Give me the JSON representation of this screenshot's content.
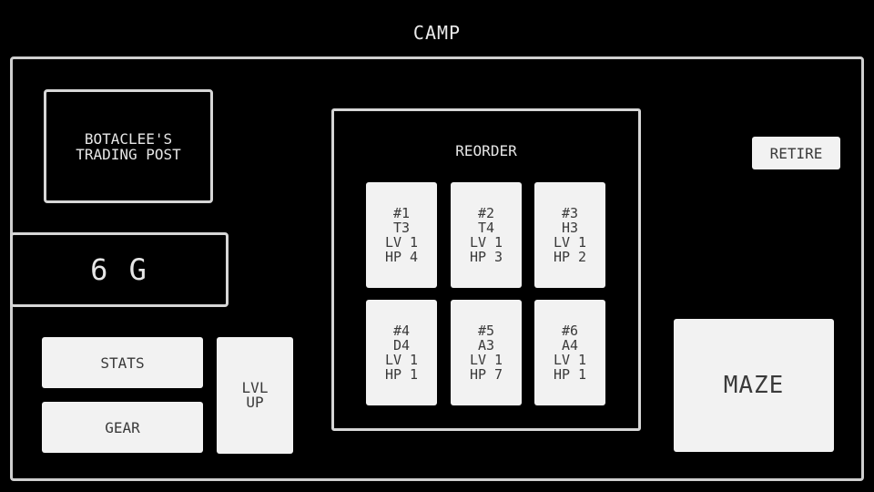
{
  "screen": {
    "title": "CAMP"
  },
  "trading_post": {
    "label": "BOTACLEE'S\nTRADING POST"
  },
  "gold": {
    "amount": "6 G"
  },
  "buttons": {
    "stats": "STATS",
    "gear": "GEAR",
    "lvl_up": "LVL\nUP",
    "retire": "RETIRE",
    "maze": "MAZE"
  },
  "party": {
    "label": "REORDER",
    "members": [
      {
        "slot": "#1",
        "class": "T3",
        "level": "LV 1",
        "hp": "HP 4"
      },
      {
        "slot": "#2",
        "class": "T4",
        "level": "LV 1",
        "hp": "HP 3"
      },
      {
        "slot": "#3",
        "class": "H3",
        "level": "LV 1",
        "hp": "HP 2"
      },
      {
        "slot": "#4",
        "class": "D4",
        "level": "LV 1",
        "hp": "HP 1"
      },
      {
        "slot": "#5",
        "class": "A3",
        "level": "LV 1",
        "hp": "HP 7"
      },
      {
        "slot": "#6",
        "class": "A4",
        "level": "LV 1",
        "hp": "HP 1"
      }
    ]
  }
}
